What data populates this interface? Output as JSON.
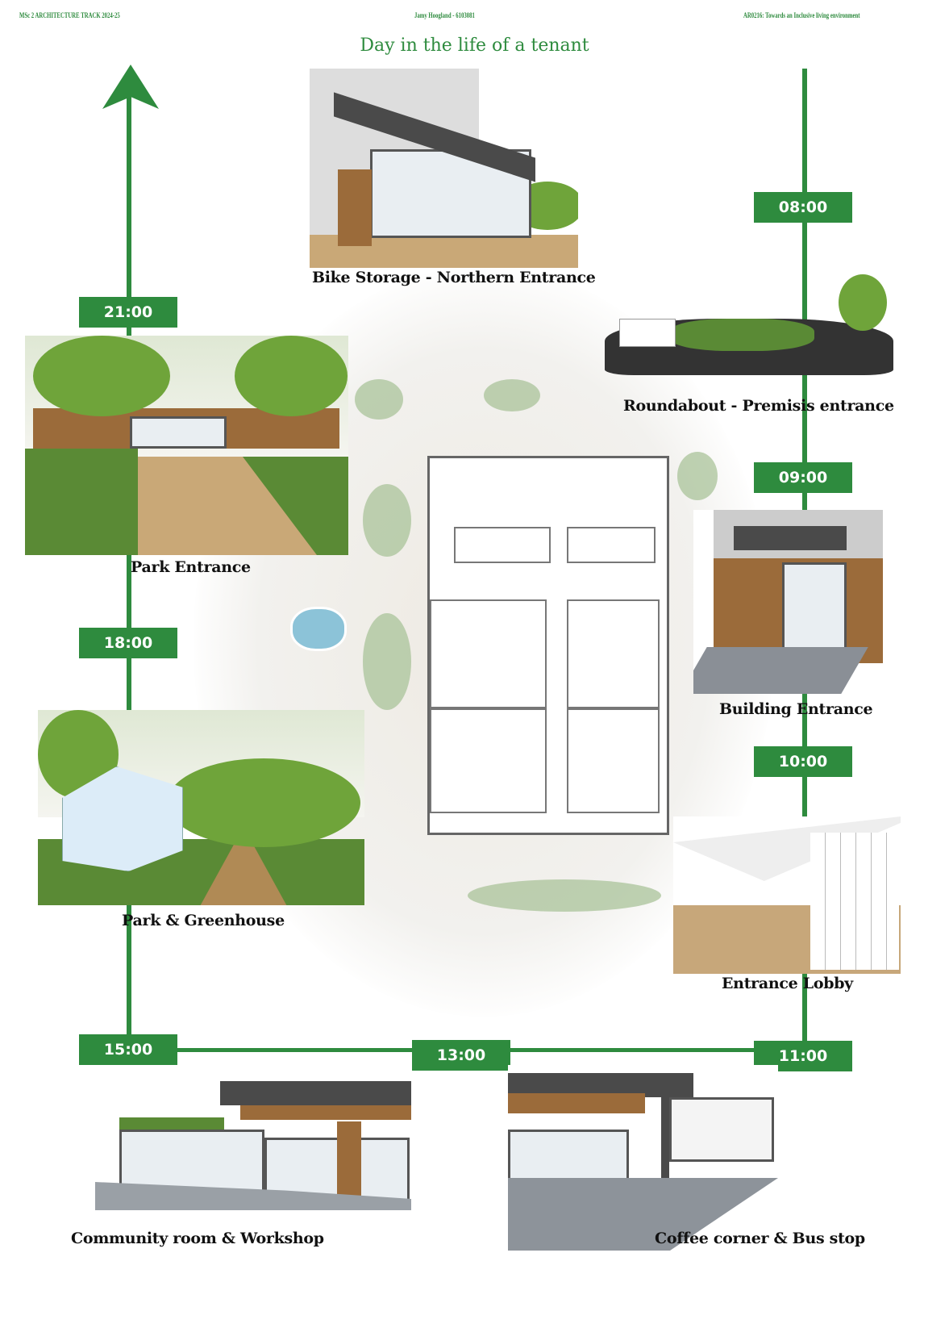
{
  "header": {
    "left": "MSc 2  ARCHITECTURE TRACK   2024-25",
    "center": "Jamy Hoogland - 6103081",
    "right": "AR0216: Towards an Inclusive living environment"
  },
  "title": "Day in the life of a tenant",
  "accent_color": "#2e8b3e",
  "times": [
    "08:00",
    "09:00",
    "10:00",
    "11:00",
    "13:00",
    "15:00",
    "18:00",
    "21:00"
  ],
  "captions": {
    "bike": "Bike Storage - Northern Entrance",
    "roundabout": "Roundabout - Premisis entrance",
    "park_entrance": "Park Entrance",
    "building_entrance": "Building Entrance",
    "greenhouse": "Park & Greenhouse",
    "lobby": "Entrance Lobby",
    "community": "Community room & Workshop",
    "coffee": "Coffee corner & Bus stop"
  }
}
